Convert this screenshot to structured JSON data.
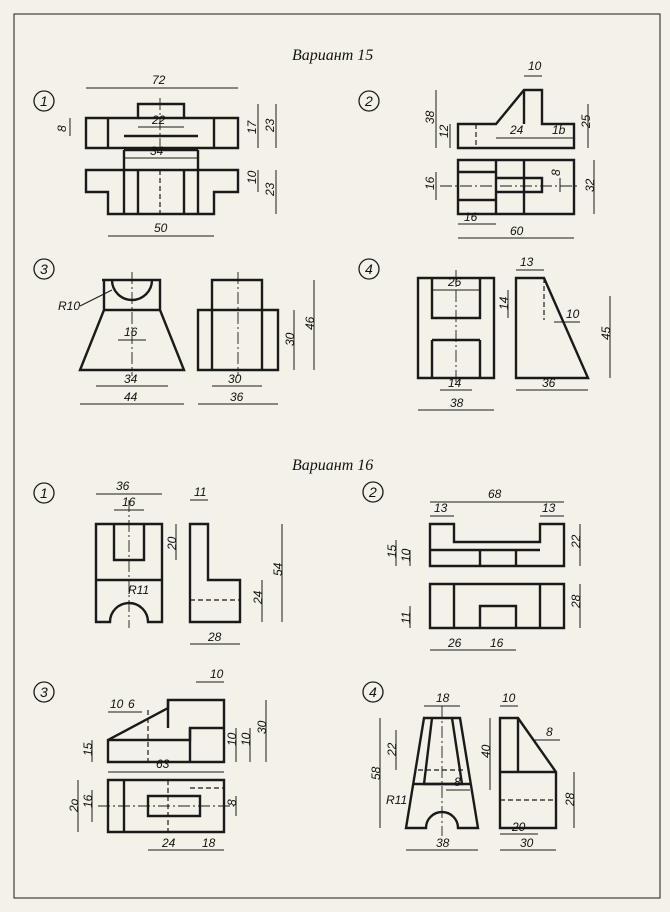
{
  "variants": [
    {
      "title": "Вариант 15",
      "tasks": [
        {
          "num": "1",
          "dims": [
            "72",
            "22",
            "34",
            "17",
            "23",
            "8",
            "10",
            "23",
            "50"
          ]
        },
        {
          "num": "2",
          "dims": [
            "10",
            "38",
            "12",
            "24",
            "1b",
            "25",
            "16",
            "8",
            "32",
            "16",
            "60"
          ]
        },
        {
          "num": "3",
          "dims": [
            "R10",
            "16",
            "34",
            "44",
            "46",
            "30",
            "30",
            "36"
          ]
        },
        {
          "num": "4",
          "dims": [
            "26",
            "14",
            "14",
            "38",
            "13",
            "10",
            "45",
            "36"
          ]
        }
      ]
    },
    {
      "title": "Вариант 16",
      "tasks": [
        {
          "num": "1",
          "dims": [
            "36",
            "16",
            "20",
            "R11",
            "11",
            "54",
            "24",
            "28"
          ]
        },
        {
          "num": "2",
          "dims": [
            "68",
            "13",
            "13",
            "15",
            "10",
            "22",
            "11",
            "28",
            "26",
            "16"
          ]
        },
        {
          "num": "3",
          "dims": [
            "10",
            "10",
            "6",
            "15",
            "10",
            "10",
            "30",
            "63",
            "2o",
            "16",
            "8",
            "24",
            "18"
          ]
        },
        {
          "num": "4",
          "dims": [
            "18",
            "22",
            "58",
            "8",
            "R11",
            "38",
            "10",
            "40",
            "8",
            "28",
            "20",
            "30"
          ]
        }
      ]
    }
  ]
}
